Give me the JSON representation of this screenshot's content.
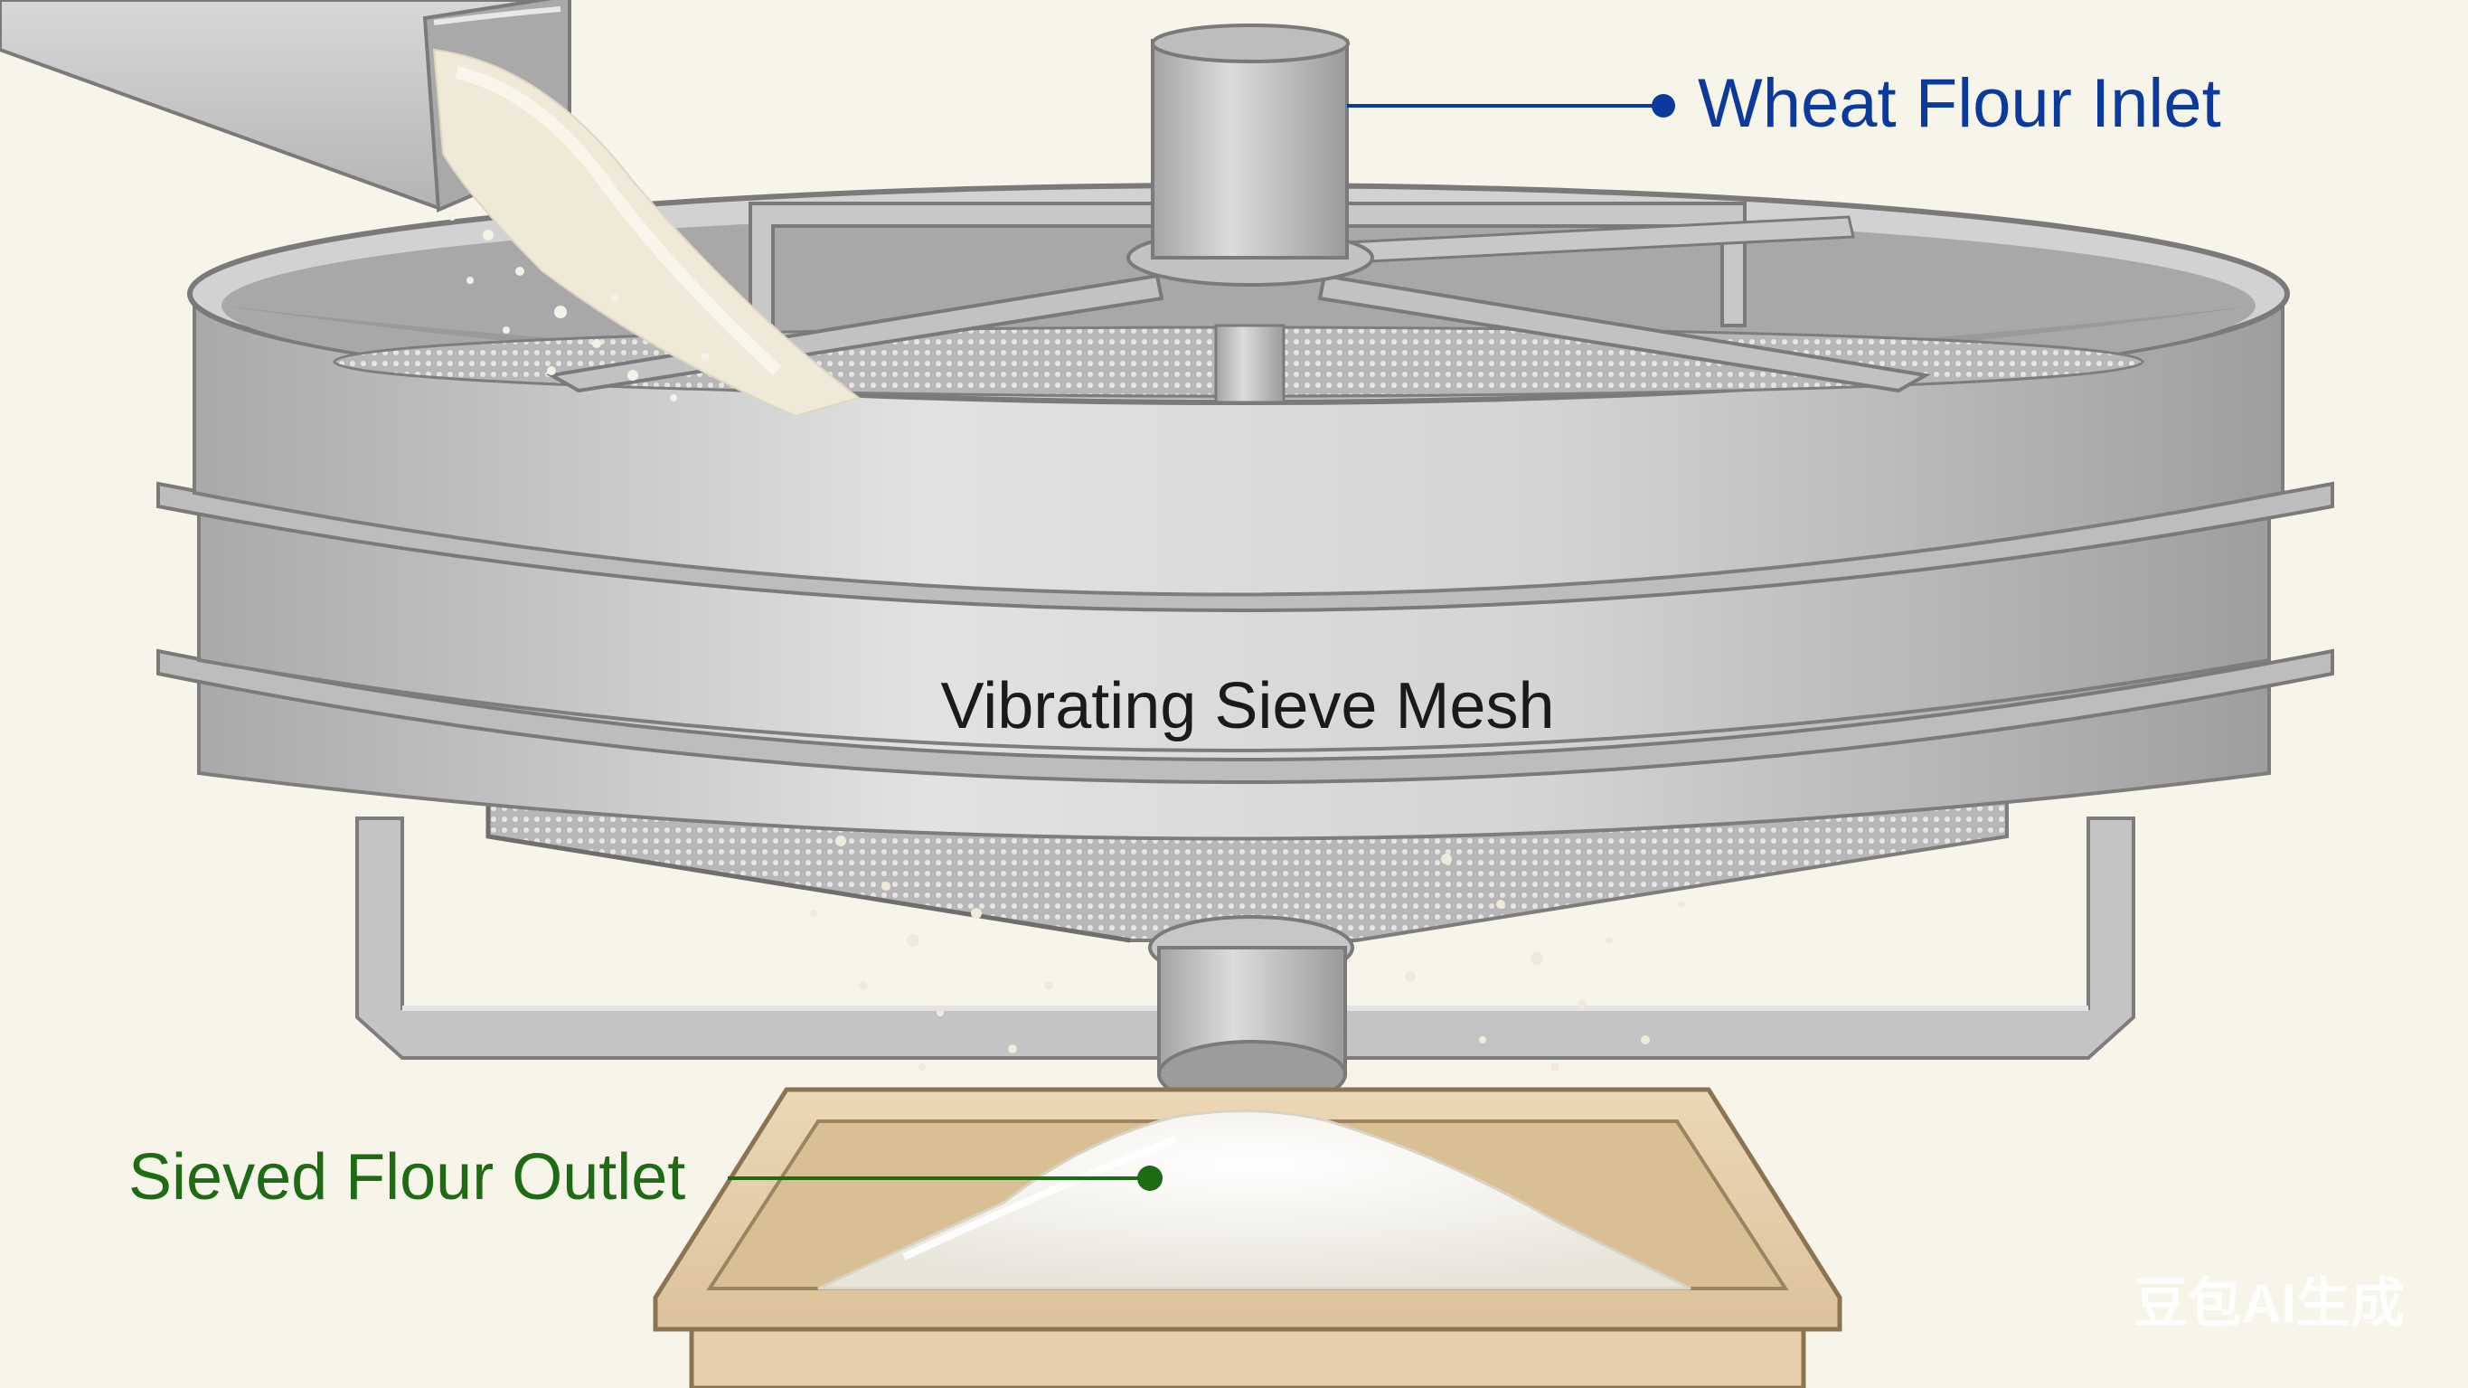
{
  "labels": {
    "inlet": "Wheat Flour Inlet",
    "mesh": "Vibrating Sieve Mesh",
    "outlet": "Sieved Flour Outlet"
  },
  "watermark": "豆包AI生成",
  "colors": {
    "background": "#f7f4e9",
    "inlet_label": "#0b3a9e",
    "mesh_label": "#1a1a1a",
    "outlet_label": "#1d6b12",
    "metal": "#c9c9c9",
    "metal_dark": "#8a8a8a",
    "tray": "#e8d2ad",
    "flour": "#f6f4ee"
  }
}
